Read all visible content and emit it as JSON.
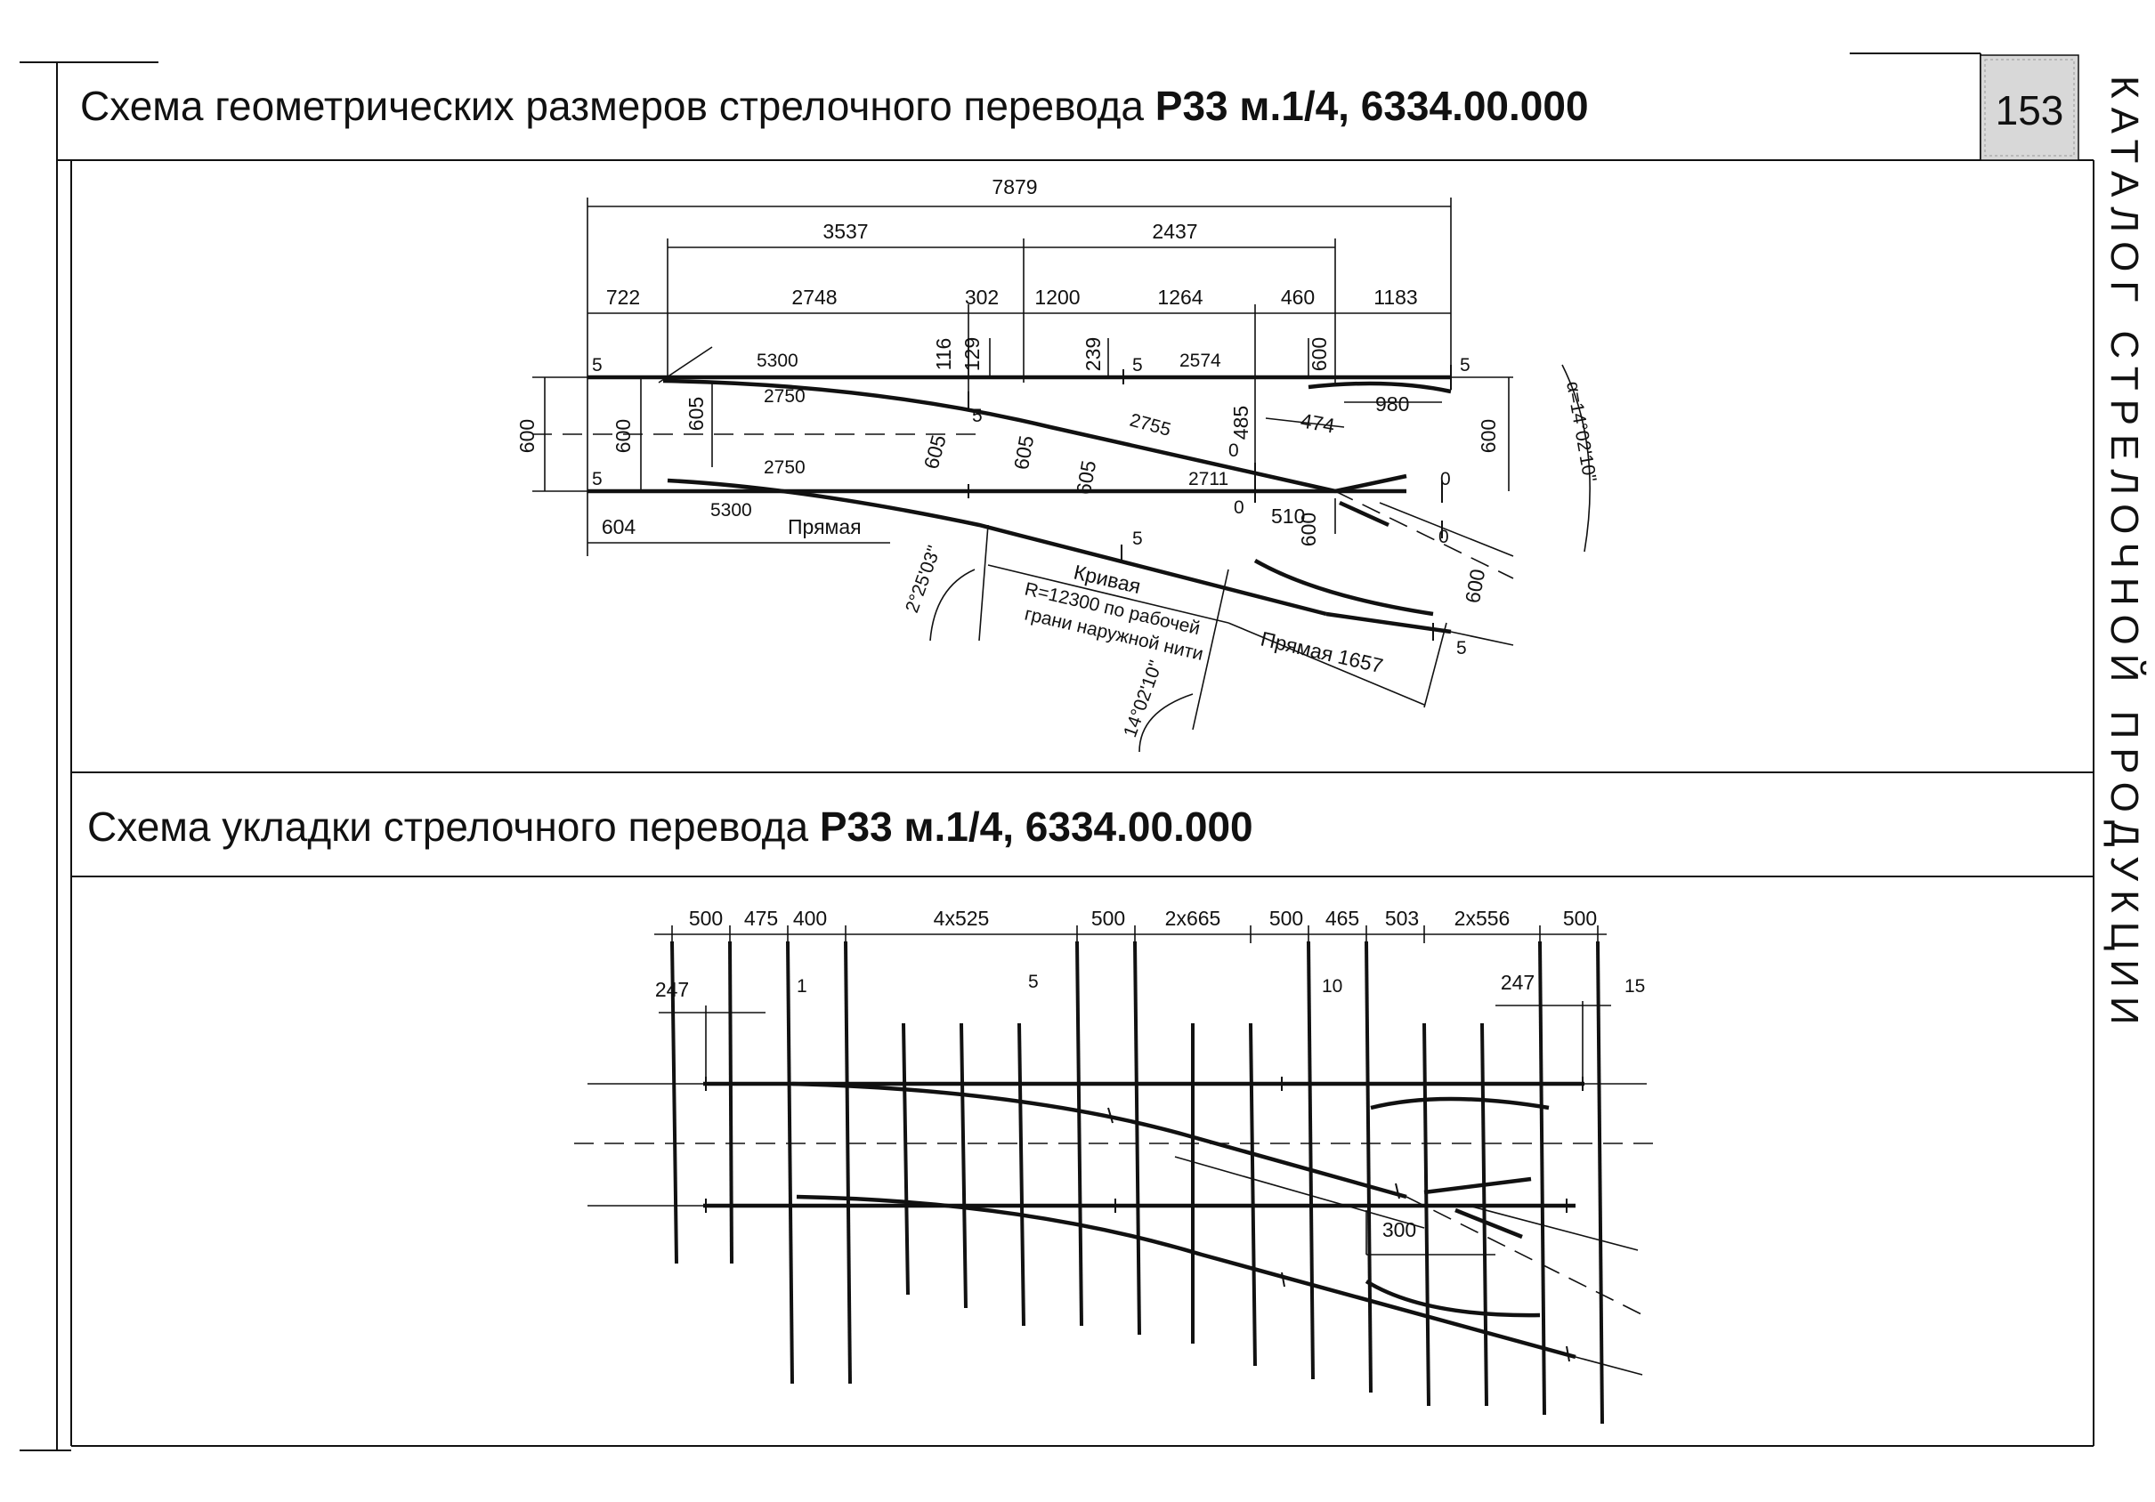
{
  "page": {
    "number": "153",
    "side_caption": "КАТАЛОГ СТРЕЛОЧНОЙ ПРОДУКЦИИ"
  },
  "section1": {
    "title_regular": "Схема геометрических размеров стрелочного перевода ",
    "title_bold": "Р33 м.1/4, 6334.00.000"
  },
  "section2": {
    "title_regular": "Схема укладки стрелочного перевода ",
    "title_bold": "Р33 м.1/4, 6334.00.000"
  },
  "geometry": {
    "top_total": "7879",
    "mid_left": "3537",
    "mid_right": "2437",
    "row3": [
      "722",
      "2748",
      "302",
      "1200",
      "1264",
      "460",
      "1183"
    ],
    "vert_small": [
      "116",
      "129",
      "239",
      "600"
    ],
    "top_rail": {
      "left_5": "5",
      "len_5300": "5300",
      "mark_5": "5",
      "len_2574": "2574",
      "right_5": "5"
    },
    "inner": {
      "len_2750_top": "2750",
      "len_2755": "2755",
      "len_2750_bot": "2750",
      "len_2711": "2711",
      "len_980": "980",
      "len_474": "474",
      "len_510": "510",
      "zero_a": "0",
      "zero_b": "0",
      "zero_c": "0",
      "zero_d": "0",
      "five_a": "5",
      "five_b": "5"
    },
    "verticals": {
      "left_600": "600",
      "left_600b": "600",
      "v605a": "605",
      "v605b": "605",
      "v605c": "605",
      "v605d": "605",
      "v485": "485",
      "v600_right": "600",
      "v600_low": "600",
      "v600_diag": "600"
    },
    "bottom": {
      "left_5": "5",
      "len_604": "604",
      "len_5300": "5300",
      "straight": "Прямая",
      "curve": "Кривая",
      "radius_line1": "R=12300 по рабочей",
      "radius_line2": "грани наружной нити",
      "straight_1657": "Прямая 1657",
      "five_end": "5"
    },
    "angles": {
      "alpha": "α=14°02'10\"",
      "angle_small": "2°25'03\"",
      "angle_frog": "14°02'10\""
    }
  },
  "layout_scheme": {
    "top_dims": [
      "500",
      "475",
      "400",
      "4x525",
      "500",
      "2x665",
      "500",
      "465",
      "503",
      "2x556",
      "500"
    ],
    "offset_left": "247",
    "offset_right": "247",
    "sleeper_numbers": [
      "1",
      "5",
      "10",
      "15"
    ],
    "dim_300": "300"
  }
}
